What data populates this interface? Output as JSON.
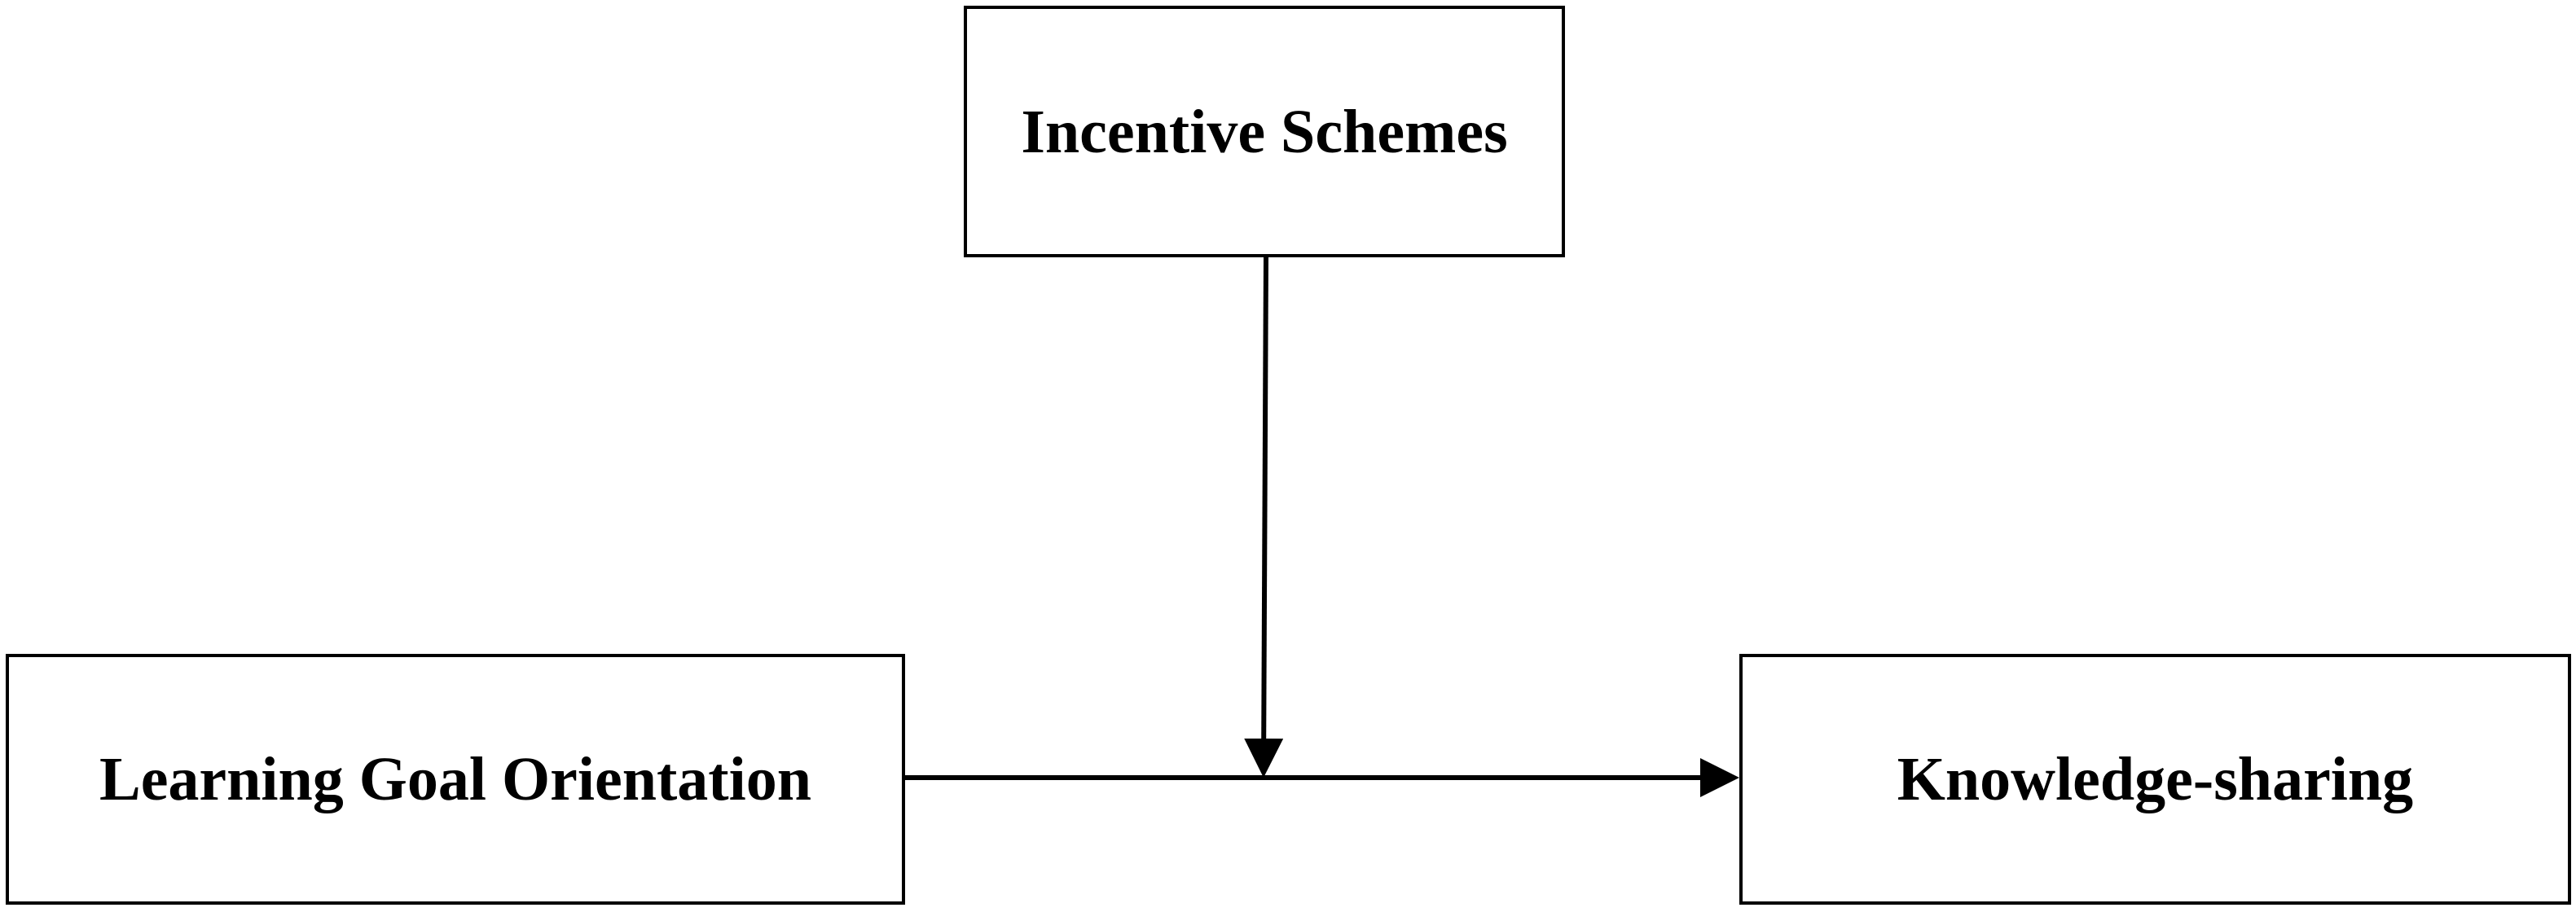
{
  "nodes": {
    "moderator": {
      "label": "Incentive Schemes"
    },
    "predictor": {
      "label": "Learning Goal Orientation"
    },
    "outcome": {
      "label": "Knowledge-sharing"
    }
  },
  "edges": [
    {
      "from": "predictor",
      "to": "outcome",
      "arrow": true
    },
    {
      "from": "moderator",
      "to": "predictor-outcome-path",
      "arrow": true
    }
  ],
  "colors": {
    "stroke": "#000000",
    "background": "#ffffff",
    "text": "#000000"
  }
}
